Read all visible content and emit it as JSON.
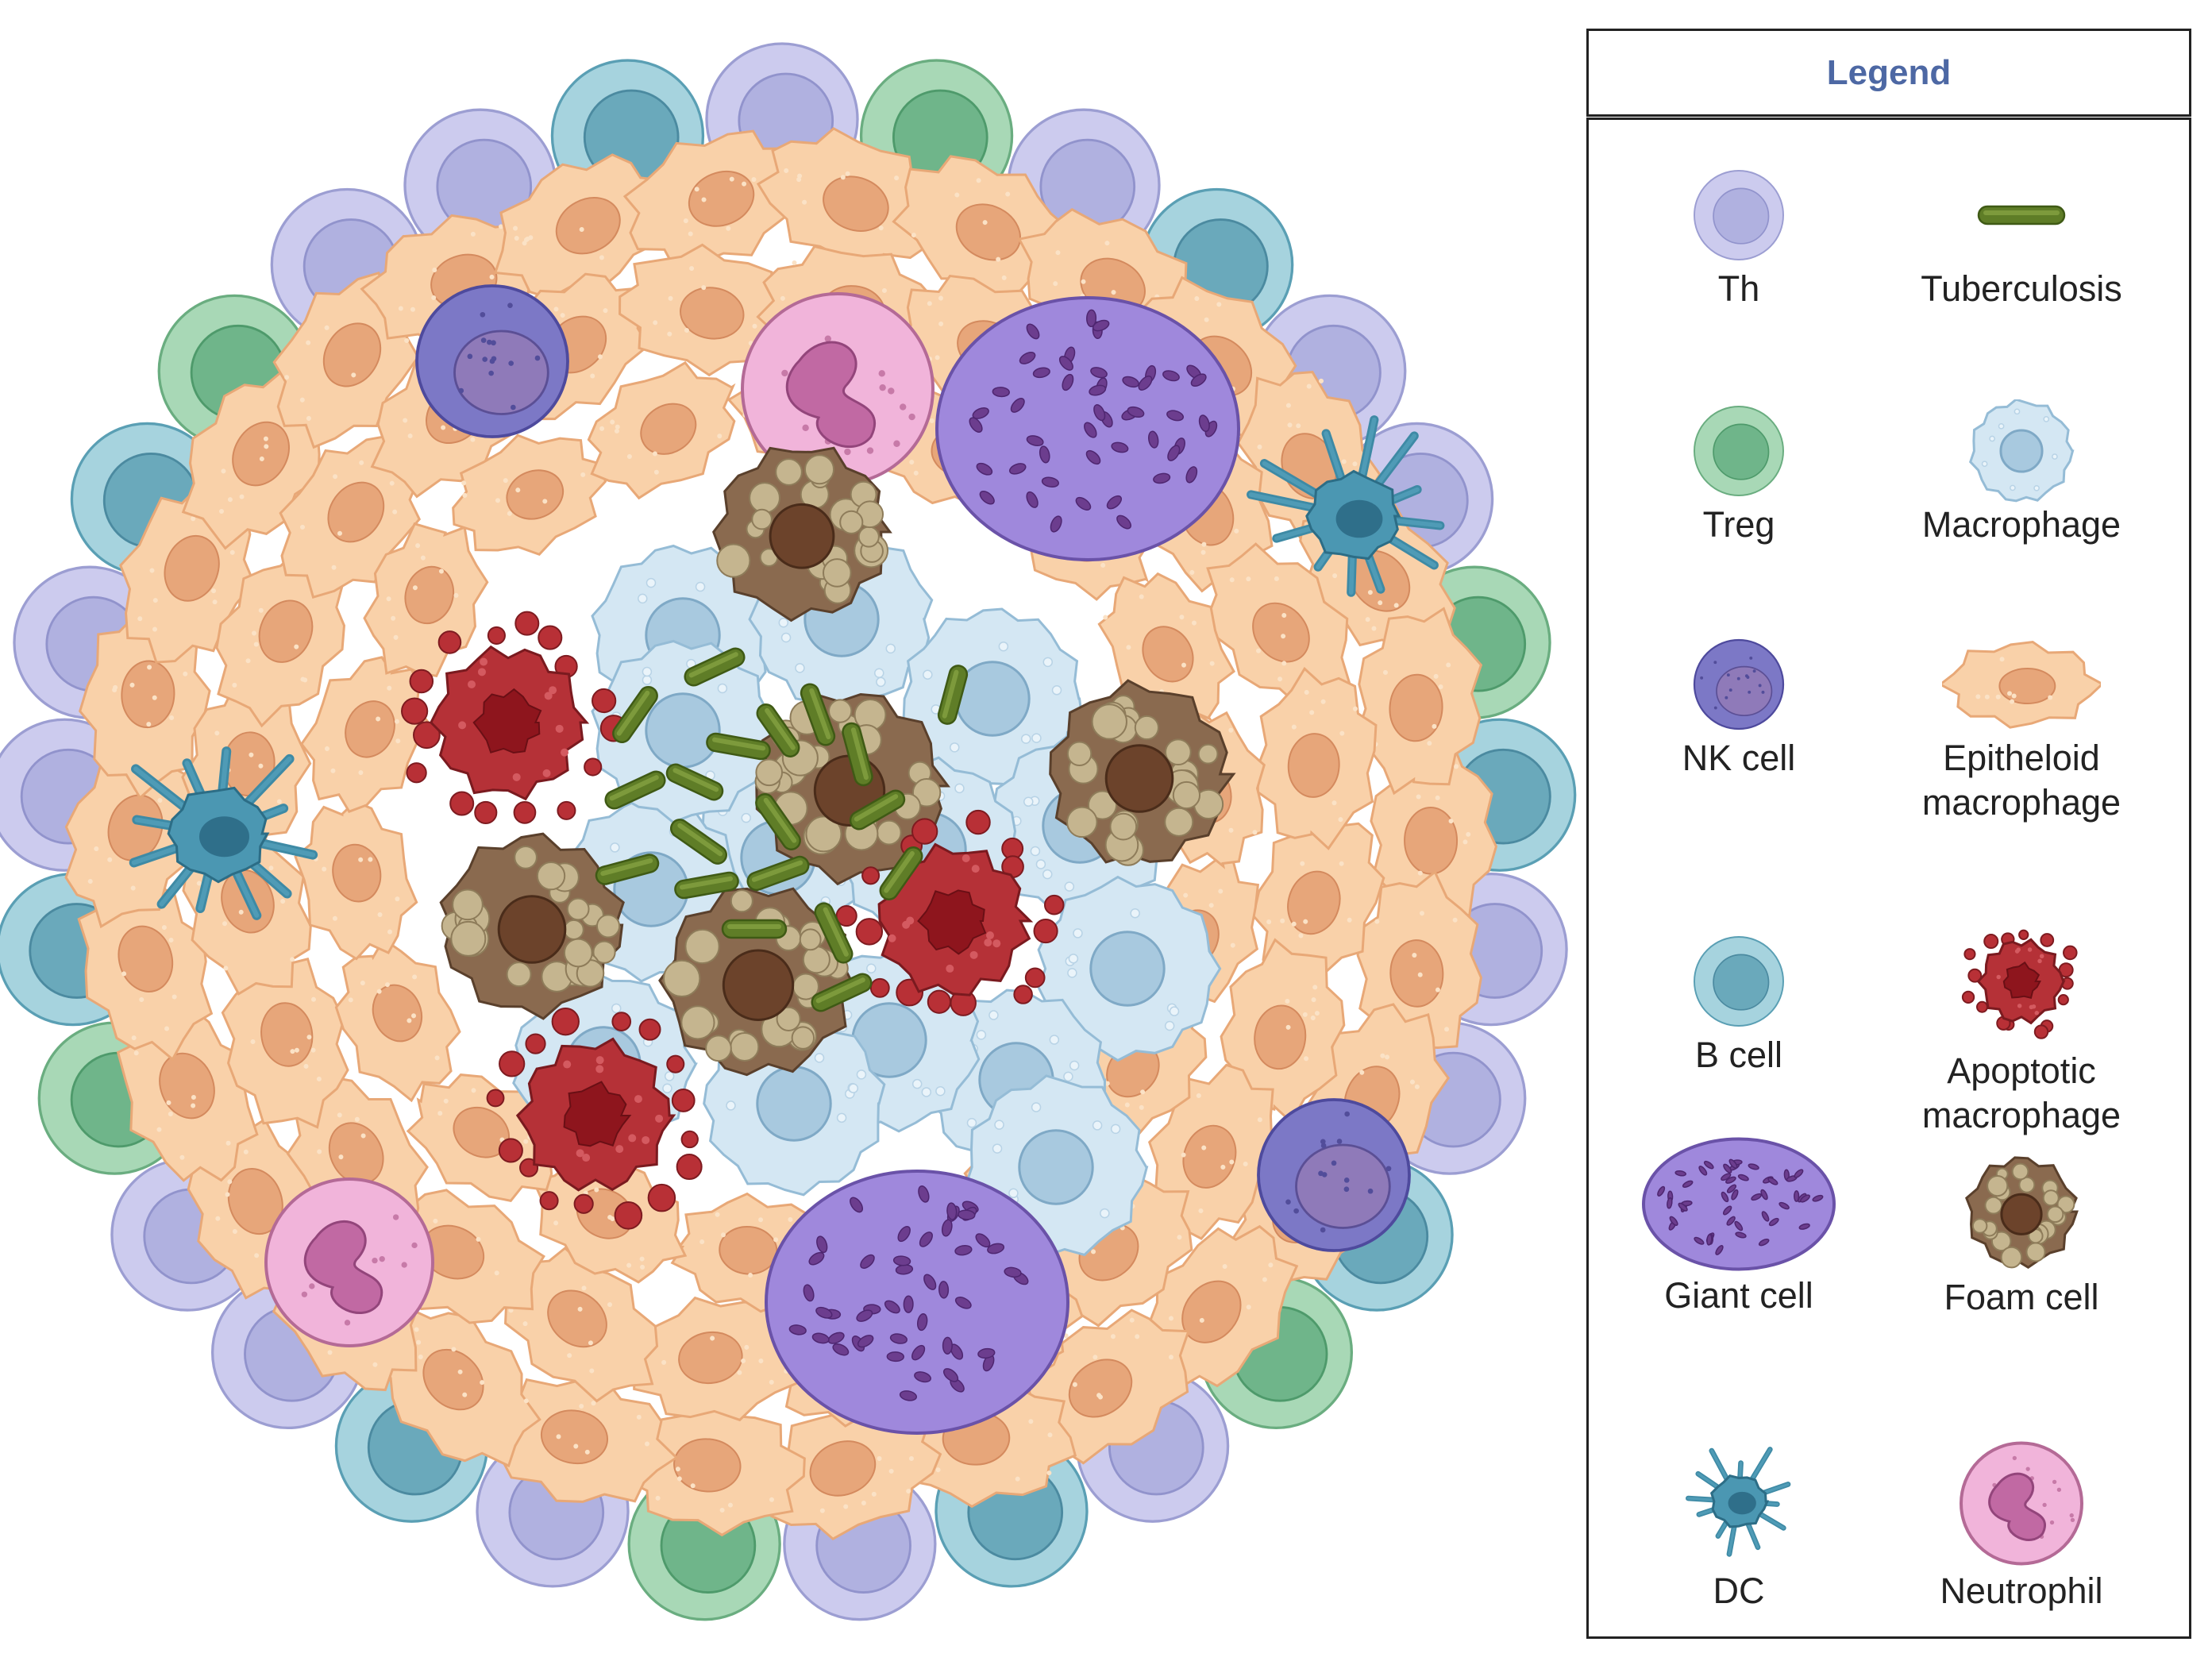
{
  "legend": {
    "title": "Legend",
    "items": [
      {
        "key": "th",
        "label": "Th",
        "icon": "th-cell-icon"
      },
      {
        "key": "tuberculosis",
        "label": "Tuberculosis",
        "icon": "tuberculosis-bacillus-icon"
      },
      {
        "key": "treg",
        "label": "Treg",
        "icon": "treg-cell-icon"
      },
      {
        "key": "macrophage",
        "label": "Macrophage",
        "icon": "macrophage-icon"
      },
      {
        "key": "nk",
        "label": "NK cell",
        "icon": "nk-cell-icon"
      },
      {
        "key": "epitheloid",
        "label": "Epitheloid macrophage",
        "icon": "epitheloid-macrophage-icon"
      },
      {
        "key": "bcell",
        "label": "B cell",
        "icon": "b-cell-icon"
      },
      {
        "key": "apoptotic",
        "label": "Apoptotic macrophage",
        "icon": "apoptotic-macrophage-icon"
      },
      {
        "key": "giant",
        "label": "Giant cell",
        "icon": "giant-cell-icon"
      },
      {
        "key": "foam",
        "label": "Foam cell",
        "icon": "foam-cell-icon"
      },
      {
        "key": "dc",
        "label": "DC",
        "icon": "dendritic-cell-icon"
      },
      {
        "key": "neutrophil",
        "label": "Neutrophil",
        "icon": "neutrophil-icon"
      }
    ]
  },
  "colors": {
    "th": "#b7b8e2",
    "treg": "#8ccaa2",
    "bcell": "#74b4c6",
    "nk": "#6f6bbb",
    "macrophage": "#cfe3f0",
    "epitheloid": "#f8cfa5",
    "apoptotic": "#b53137",
    "giant": "#8c6fd0",
    "foam": "#85664c",
    "dc": "#3e8aa5",
    "neutrophil": "#eda7d3",
    "tuberculosis": "#5b7a25",
    "legend_title": "#4d68a4"
  }
}
